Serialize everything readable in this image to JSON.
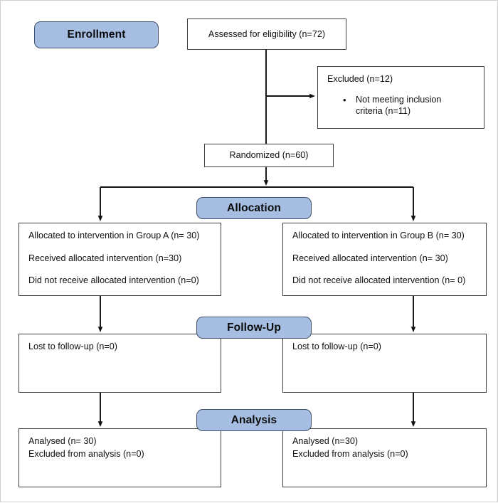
{
  "diagram": {
    "title": "CONSORT participant flow diagram",
    "accent_color": "#a5bee1",
    "border_color": "#3f3f3f",
    "stage_border_color": "#42516b",
    "background_color": "#ffffff"
  },
  "stages": {
    "enrollment": "Enrollment",
    "allocation": "Allocation",
    "followup": "Follow-Up",
    "analysis": "Analysis"
  },
  "enrollment": {
    "assessed": "Assessed for eligibility (n=72)",
    "excluded_title": "Excluded (n=12)",
    "excluded_bullet_marker": "•",
    "excluded_bullet_line1": "Not meeting inclusion",
    "excluded_bullet_line2": "criteria (n=11)",
    "randomized": "Randomized (n=60)"
  },
  "allocation": {
    "left": {
      "line1": "Allocated to intervention in Group A (n= 30)",
      "line2": "Received allocated intervention (n=30)",
      "line3": "Did not receive allocated intervention (n=0)"
    },
    "right": {
      "line1": "Allocated to intervention in Group B (n= 30)",
      "line2": "Received allocated intervention (n= 30)",
      "line3": "Did not receive allocated intervention (n= 0)"
    }
  },
  "followup": {
    "left": {
      "line1": "Lost to follow-up (n=0)"
    },
    "right": {
      "line1": "Lost to follow-up (n=0)"
    }
  },
  "analysis": {
    "left": {
      "line1": "Analysed (n= 30)",
      "line2": "Excluded from analysis (n=0)"
    },
    "right": {
      "line1": "Analysed (n=30)",
      "line2": "Excluded from analysis (n=0)"
    }
  }
}
